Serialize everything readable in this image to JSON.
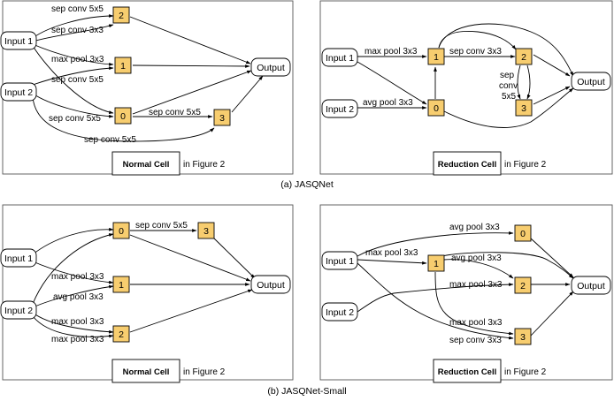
{
  "captions": {
    "a": "(a) JASQNet",
    "b": "(b) JASQNet-Small"
  },
  "colors": {
    "node_fill": "#f7cd6f",
    "line": "#000000",
    "panel_border": "#555555"
  },
  "cells": {
    "a_normal": {
      "inputs": [
        "Input 1",
        "Input 2"
      ],
      "output": "Output",
      "nodes": [
        "2",
        "1",
        "0",
        "3"
      ],
      "ops": [
        "sep conv 5x5",
        "sep conv 3x3",
        "max pool 3x3",
        "sep conv 5x5",
        "sep conv 5x5",
        "sep conv 5x5",
        "sep conv 5x5"
      ],
      "footer": {
        "name": "Normal Cell",
        "suffix": "in Figure 2"
      }
    },
    "a_reduction": {
      "inputs": [
        "Input 1",
        "Input 2"
      ],
      "output": "Output",
      "nodes": [
        "1",
        "2",
        "0",
        "3"
      ],
      "ops": [
        "max pool 3x3",
        "sep conv 3x3",
        "avg pool 3x3",
        "sep",
        "conv",
        "5x5"
      ],
      "footer": {
        "name": "Reduction Cell",
        "suffix": "in Figure 2"
      }
    },
    "b_normal": {
      "inputs": [
        "Input 1",
        "Input 2"
      ],
      "output": "Output",
      "nodes": [
        "0",
        "3",
        "1",
        "2"
      ],
      "ops": [
        "sep conv 5x5",
        "max pool 3x3",
        "avg pool 3x3",
        "max pool 3x3",
        "max pool 3x3"
      ],
      "footer": {
        "name": "Normal Cell",
        "suffix": "in Figure 2"
      }
    },
    "b_reduction": {
      "inputs": [
        "Input 1",
        "Input 2"
      ],
      "output": "Output",
      "nodes": [
        "0",
        "1",
        "2",
        "3"
      ],
      "ops": [
        "avg pool 3x3",
        "max pool 3x3",
        "avg pool 3x3",
        "max pool 3x3",
        "max pool 3x3",
        "sep conv 3x3"
      ],
      "footer": {
        "name": "Reduction Cell",
        "suffix": "in Figure 2"
      }
    }
  }
}
